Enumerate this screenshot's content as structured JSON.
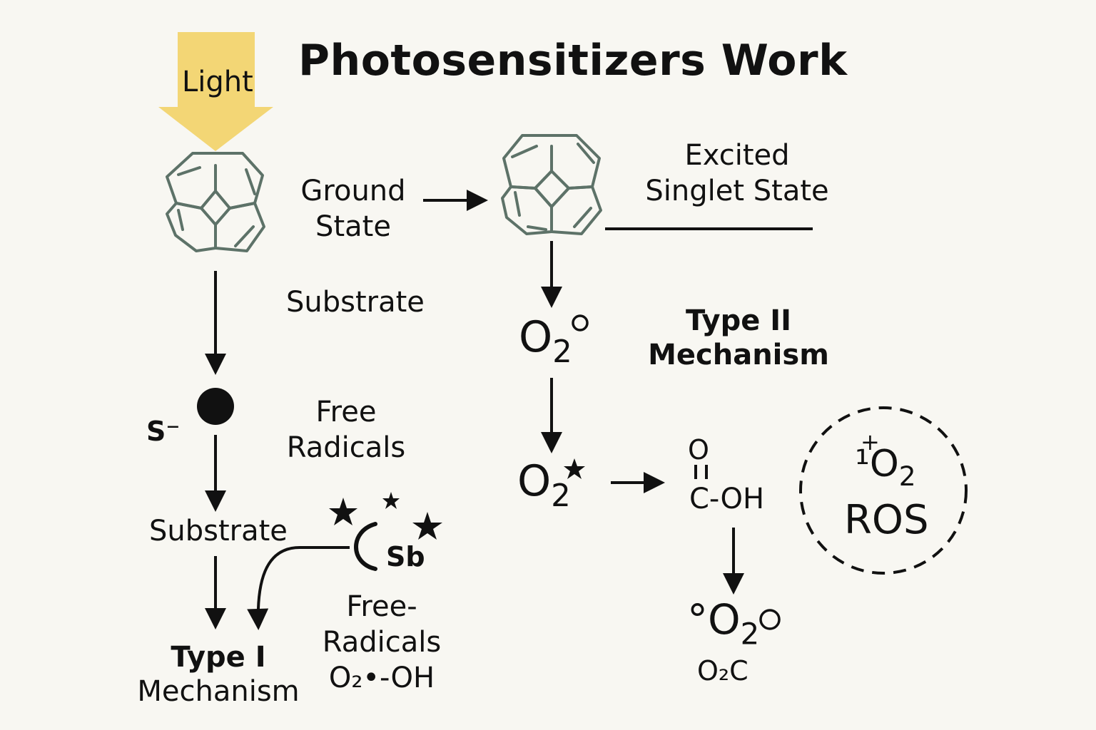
{
  "title": "Photosensitizers Work",
  "light_label": "Light",
  "colors": {
    "light_arrow": "#f3d675",
    "molecule_stroke": "#5d7268",
    "ink": "#111111",
    "background": "#f8f7f2"
  },
  "labels": {
    "ground_state": [
      "Ground",
      "State"
    ],
    "excited_singlet_state": [
      "Excited",
      "Singlet State"
    ],
    "substrate_top": "Substrate",
    "s_minus": "S⁻",
    "free_radicals": [
      "Free",
      "Radicals"
    ],
    "substrate_bottom": "Substrate",
    "type_i": [
      "Type I",
      "Mechanism"
    ],
    "sb": "Sb",
    "free_radicals_products": [
      "Free-",
      "Radicals",
      "O₂•-OH"
    ],
    "type_ii": [
      "Type II",
      "Mechanism"
    ],
    "o2_circle": "O",
    "o2_star": "O",
    "o2_sub": "2",
    "carboxyl_o": "O",
    "carboxyl_c_oh": "C-OH",
    "ros_o2": "¹O",
    "ros_plus": "+",
    "ros": "ROS",
    "o2_radical": "°O",
    "o2c": "O₂C"
  }
}
